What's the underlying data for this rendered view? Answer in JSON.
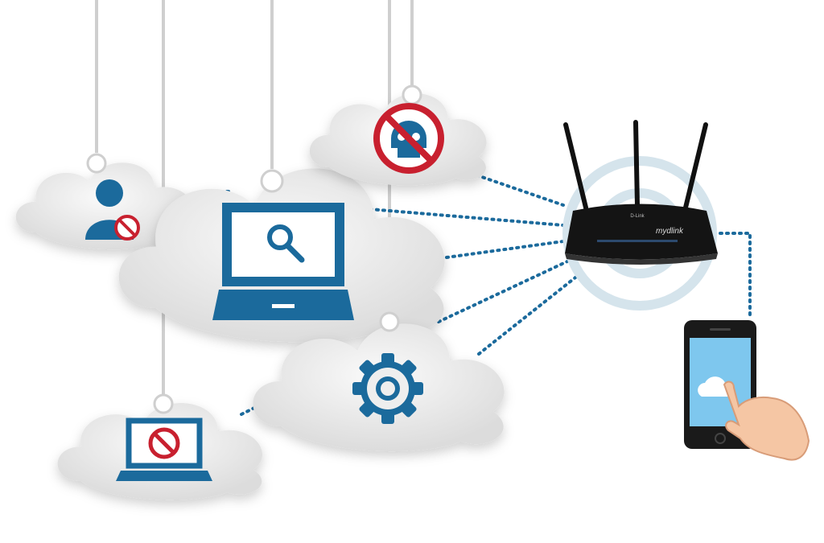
{
  "illustration": {
    "router": {
      "brand_logo": "D-Link",
      "service_logo": "mydlink"
    },
    "colors": {
      "icon_blue": "#1b6a9c",
      "cloud": "#eeeeee",
      "ban_red": "#c8202f",
      "dots": "#1b6a9c",
      "ring": "#d5e4ec",
      "phone_screen": "#7ec7ee"
    },
    "clouds": [
      "user-blocked",
      "laptop-search",
      "malware-blocked",
      "settings",
      "laptop-blocked"
    ]
  }
}
